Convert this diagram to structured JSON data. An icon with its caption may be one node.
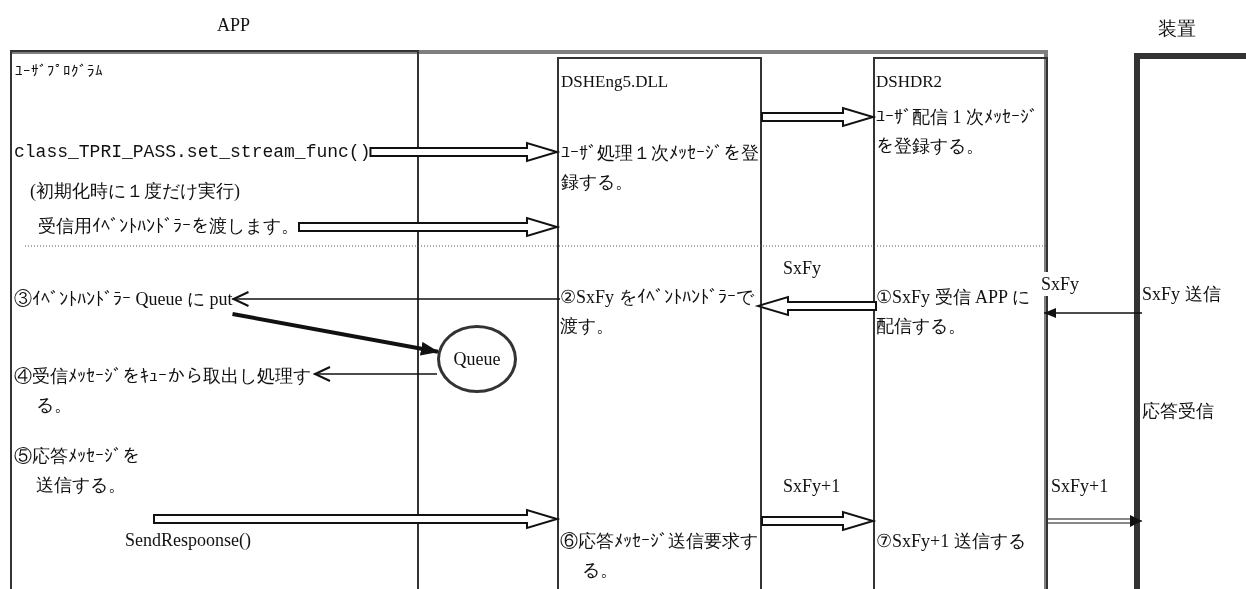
{
  "diagram": {
    "nodes": [
      {
        "text": [
          "APP"
        ]
      },
      {
        "text": [
          "ﾕｰｻﾞﾌﾟﾛｸﾞﾗﾑ"
        ],
        "in": 0
      },
      {
        "text": [
          "class_TPRI_PASS.set_stream_func()"
        ],
        "in": 1
      },
      {
        "text": [
          "受信用ｲﾍﾞﾝﾄﾊﾝﾄﾞﾗｰを渡します。"
        ],
        "in": 1
      },
      {
        "text": [
          "③ｲﾍﾞﾝﾄﾊﾝﾄﾞﾗｰ Queue に put"
        ],
        "in": 1
      },
      {
        "text": [
          "Queue"
        ],
        "in": 0
      },
      {
        "text": [
          "④受信ﾒｯｾｰｼﾞをｷｭｰから取出し処理する。"
        ],
        "in": 1
      },
      {
        "text": [
          "⑤応答ﾒｯｾｰｼﾞを送信する。"
        ],
        "in": 1
      },
      {
        "text": [
          "DSHEng5.DLL",
          "ﾕｰｻﾞ処理１次ﾒｯｾｰｼﾞを登録する。"
        ],
        "in": 0
      },
      {
        "text": [
          "②SxFy をｲﾍﾞﾝﾄﾊﾝﾄﾞﾗｰで渡す。"
        ],
        "in": 8
      },
      {
        "text": [
          "⑥応答ﾒｯｾｰｼﾞ送信要求する。"
        ],
        "in": 8
      },
      {
        "text": [
          "DSHDR2",
          "ﾕｰｻﾞ配信 1 次ﾒｯｾｰｼﾞを登録する。"
        ],
        "in": 0
      },
      {
        "text": [
          "①SxFy 受信 APP に配信する。"
        ],
        "in": 11
      },
      {
        "text": [
          "⑦SxFy+1 送信する"
        ],
        "in": 11
      },
      {
        "text": [
          "装置"
        ]
      },
      {
        "text": [
          "SxFy 送信"
        ],
        "in": 14
      },
      {
        "text": [
          "応答受信"
        ],
        "in": 14
      }
    ],
    "edges": [
      {
        "from": 2,
        "to": 8,
        "arrow": "to"
      },
      {
        "from": 3,
        "to": 8,
        "arrow": "to"
      },
      {
        "from": 8,
        "to": 11,
        "arrow": "to"
      },
      {
        "from": 12,
        "to": 9,
        "arrow": "to",
        "label": "SxFy"
      },
      {
        "from": 9,
        "to": 4,
        "arrow": "to"
      },
      {
        "from": 4,
        "to": 5,
        "arrow": "to",
        "style": "thick"
      },
      {
        "from": 5,
        "to": 6,
        "arrow": "to"
      },
      {
        "from": 7,
        "to": 8,
        "arrow": "to"
      },
      {
        "from": 8,
        "to": 11,
        "arrow": "to",
        "label": "SxFy+1"
      },
      {
        "from": 15,
        "to": 12,
        "arrow": "to",
        "label": "SxFy"
      },
      {
        "from": 11,
        "to": 16,
        "arrow": "to",
        "label": "SxFy+1"
      }
    ],
    "labels": [
      "(初期化時に１度だけ実行)",
      "SendRespoonse()"
    ]
  }
}
